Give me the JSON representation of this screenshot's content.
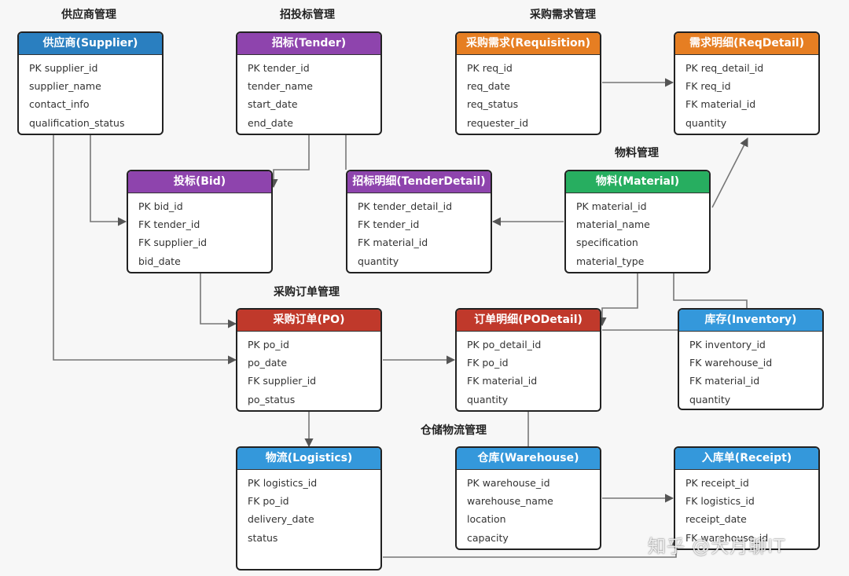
{
  "sections": {
    "supplier_mgmt": "供应商管理",
    "tender_mgmt": "招投标管理",
    "requisition_mgmt": "采购需求管理",
    "material_mgmt": "物料管理",
    "po_mgmt": "采购订单管理",
    "warehouse_mgmt": "仓储物流管理"
  },
  "colors": {
    "blue": "#2a7fc0",
    "purple": "#8e44ad",
    "orange": "#e67e22",
    "green": "#27ae60",
    "red": "#c0392b",
    "lightblue": "#3498db"
  },
  "entities": {
    "supplier": {
      "title": "供应商(Supplier)",
      "fields": [
        "PK supplier_id",
        "supplier_name",
        "contact_info",
        "qualification_status"
      ]
    },
    "tender": {
      "title": "招标(Tender)",
      "fields": [
        "PK tender_id",
        "tender_name",
        "start_date",
        "end_date"
      ]
    },
    "requisition": {
      "title": "采购需求(Requisition)",
      "fields": [
        "PK req_id",
        "req_date",
        "req_status",
        "requester_id"
      ]
    },
    "reqdetail": {
      "title": "需求明细(ReqDetail)",
      "fields": [
        "PK req_detail_id",
        "FK req_id",
        "FK material_id",
        "quantity"
      ]
    },
    "bid": {
      "title": "投标(Bid)",
      "fields": [
        "PK bid_id",
        "FK tender_id",
        "FK supplier_id",
        "bid_date"
      ]
    },
    "tenderdetail": {
      "title": "招标明细(TenderDetail)",
      "fields": [
        "PK tender_detail_id",
        "FK tender_id",
        "FK material_id",
        "quantity"
      ]
    },
    "material": {
      "title": "物料(Material)",
      "fields": [
        "PK material_id",
        "material_name",
        "specification",
        "material_type"
      ]
    },
    "po": {
      "title": "采购订单(PO)",
      "fields": [
        "PK po_id",
        "po_date",
        "FK supplier_id",
        "po_status"
      ]
    },
    "podetail": {
      "title": "订单明细(PODetail)",
      "fields": [
        "PK po_detail_id",
        "FK po_id",
        "FK material_id",
        "quantity"
      ]
    },
    "inventory": {
      "title": "库存(Inventory)",
      "fields": [
        "PK inventory_id",
        "FK warehouse_id",
        "FK material_id",
        "quantity"
      ]
    },
    "logistics": {
      "title": "物流(Logistics)",
      "fields": [
        "PK logistics_id",
        "FK po_id",
        "delivery_date",
        "status"
      ]
    },
    "warehouse": {
      "title": "仓库(Warehouse)",
      "fields": [
        "PK warehouse_id",
        "warehouse_name",
        "location",
        "capacity"
      ]
    },
    "receipt": {
      "title": "入库单(Receipt)",
      "fields": [
        "PK receipt_id",
        "FK logistics_id",
        "receipt_date",
        "FK warehouse_id"
      ]
    }
  },
  "watermark": "知乎 @大月聊IT"
}
